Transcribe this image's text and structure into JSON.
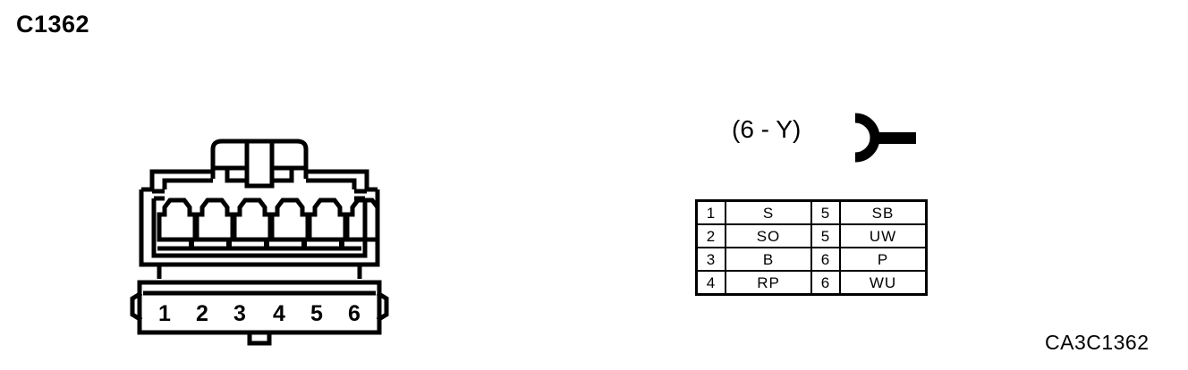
{
  "page": {
    "title": "C1362",
    "caption": "CA3C1362"
  },
  "connector": {
    "name": "6-way-connector-face-view",
    "cavity_count": 6,
    "cavity_numbers": [
      "1",
      "2",
      "3",
      "4",
      "5",
      "6"
    ]
  },
  "terminal": {
    "label": "(6 - Y)",
    "icon": "male-terminal-pin-icon"
  },
  "pin_table": {
    "rows": [
      {
        "pin_a": "1",
        "code_a": "S",
        "pin_b": "5",
        "code_b": "SB"
      },
      {
        "pin_a": "2",
        "code_a": "SO",
        "pin_b": "5",
        "code_b": "UW"
      },
      {
        "pin_a": "3",
        "code_a": "B",
        "pin_b": "6",
        "code_b": "P"
      },
      {
        "pin_a": "4",
        "code_a": "RP",
        "pin_b": "6",
        "code_b": "WU"
      }
    ]
  },
  "colors": {
    "ink": "#000000",
    "background": "#ffffff"
  }
}
